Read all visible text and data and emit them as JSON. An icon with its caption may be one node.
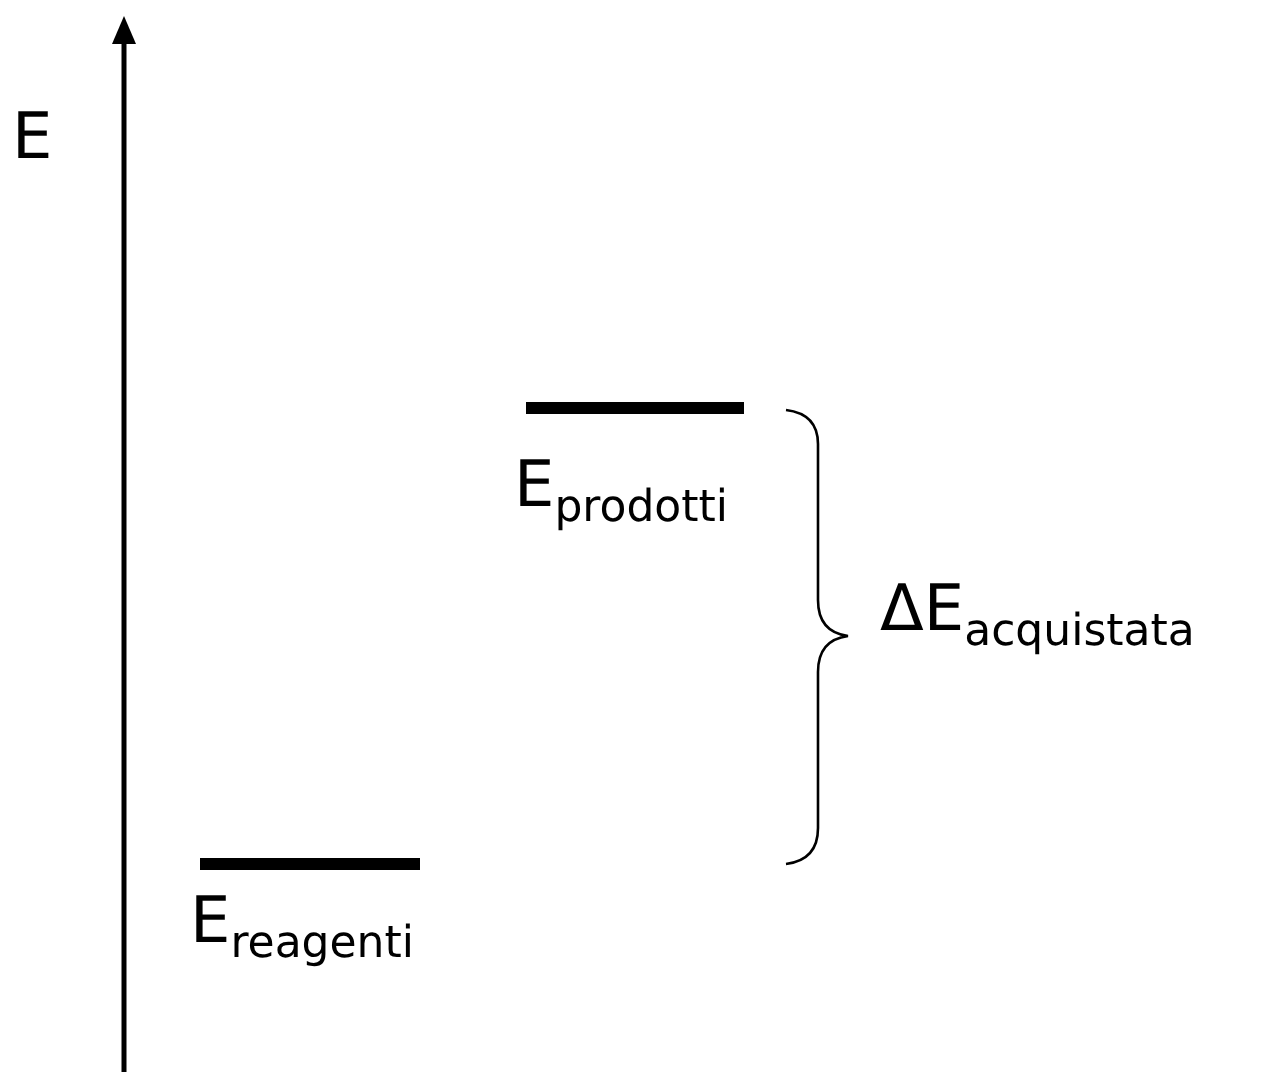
{
  "diagram": {
    "labels": [
      "E",
      "E$_{prodotti}$",
      "ΔE$_{acquistata}$",
      "E$_{reagenti}$"
    ]
  }
}
